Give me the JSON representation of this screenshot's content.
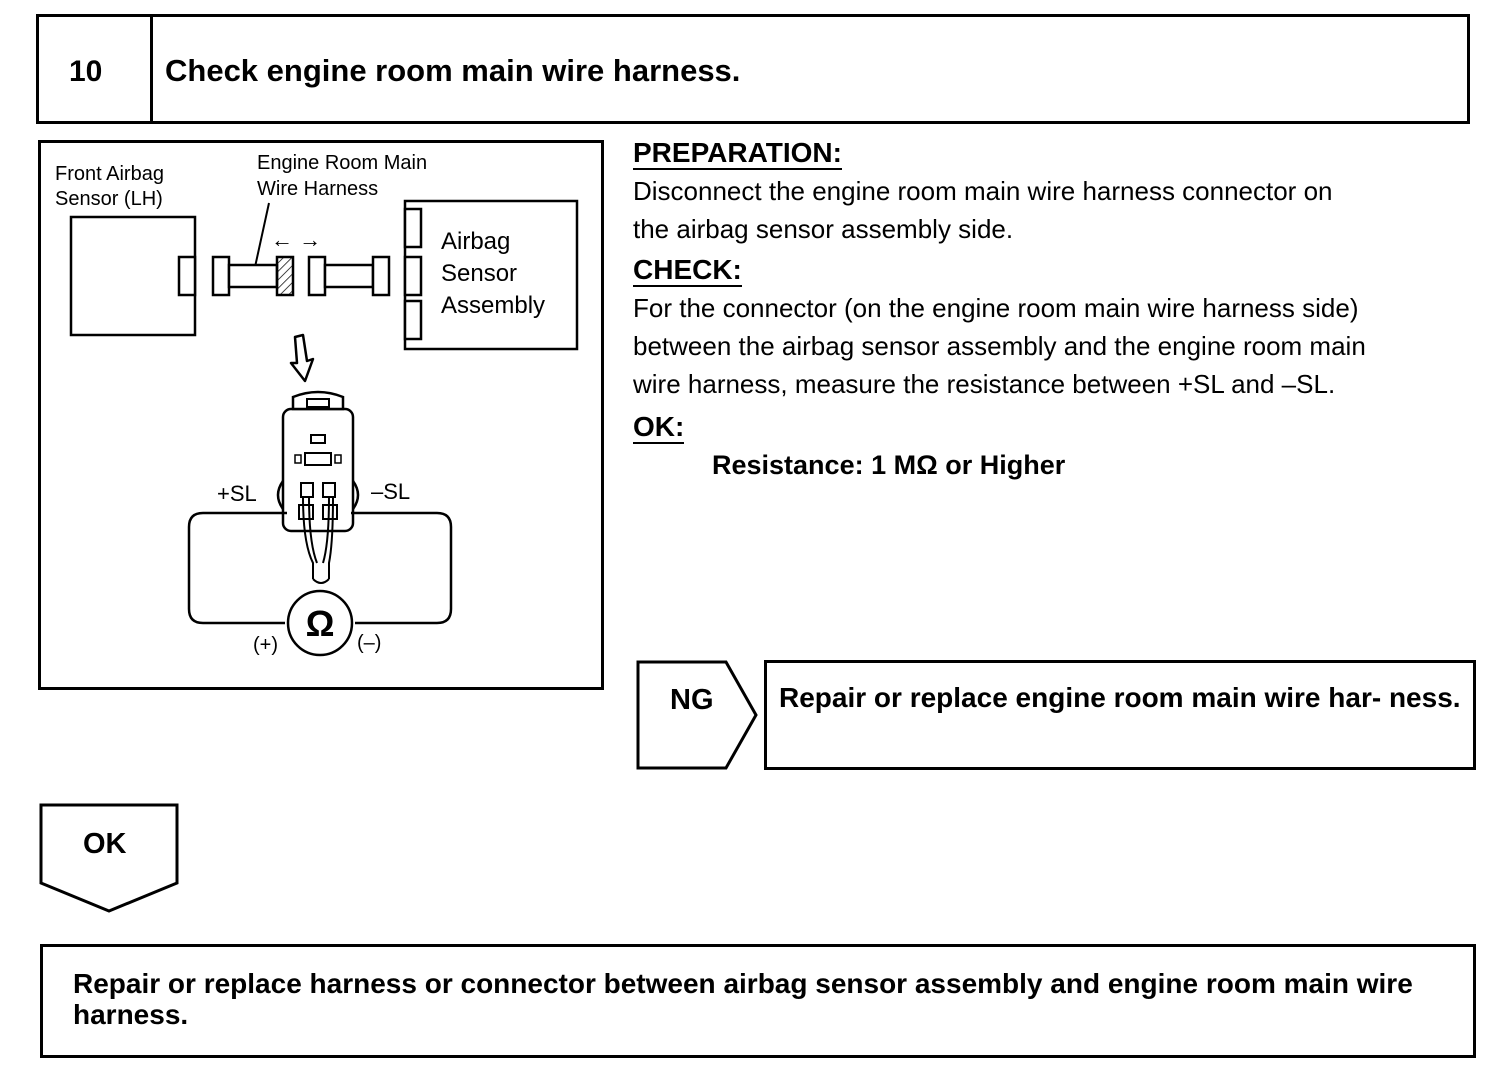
{
  "step": {
    "number": "10",
    "title": "Check engine room main wire harness."
  },
  "diagram": {
    "front_sensor_label_1": "Front Airbag",
    "front_sensor_label_2": "Sensor (LH)",
    "harness_label_1": "Engine  Room  Main",
    "harness_label_2": "Wire Harness",
    "arrows": "← →",
    "assembly_label_1": "Airbag",
    "assembly_label_2": "Sensor",
    "assembly_label_3": "Assembly",
    "plus_sl": "+SL",
    "minus_sl": "–SL",
    "ohm_symbol": "Ω",
    "plus_probe": "(+)",
    "minus_probe": "(–)"
  },
  "preparation": {
    "heading": "PREPARATION:",
    "lines": [
      "Disconnect the engine room main wire harness connector on",
      "the airbag sensor assembly side."
    ]
  },
  "check": {
    "heading": "CHECK:",
    "lines": [
      "For the connector (on the engine room main wire harness side)",
      "between the airbag sensor assembly and the engine room main",
      "wire harness, measure the resistance between +SL and –SL."
    ]
  },
  "ok_spec": {
    "heading": "OK:",
    "value": "Resistance: 1 MΩ or Higher"
  },
  "ng_branch": {
    "label": "NG",
    "action": "Repair or replace engine room main wire har- ness."
  },
  "ok_branch": {
    "label": "OK"
  },
  "final_action": {
    "text": "Repair or replace harness or connector between airbag sensor assembly and engine room main wire harness."
  }
}
